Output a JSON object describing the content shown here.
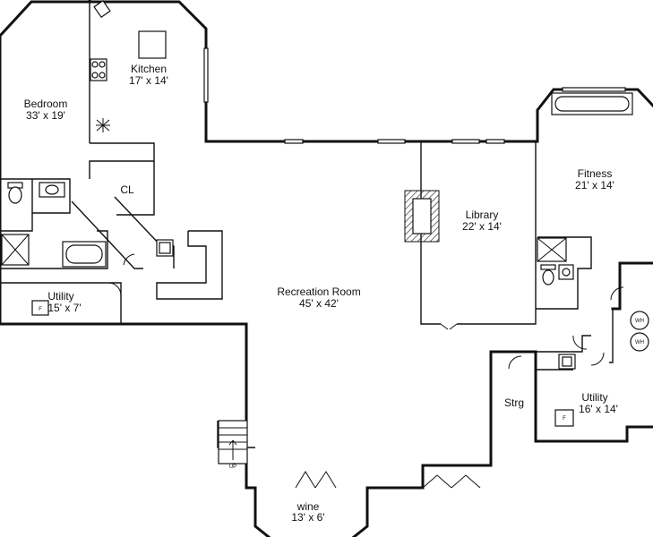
{
  "rooms": {
    "bedroom": {
      "name": "Bedroom",
      "size": "33' x 19'"
    },
    "kitchen": {
      "name": "Kitchen",
      "size": "17' x 14'"
    },
    "closet": {
      "name": "CL"
    },
    "utility_w": {
      "name": "Utility",
      "size": "15' x 7'"
    },
    "recreation": {
      "name": "Recreation Room",
      "size": "45' x 42'"
    },
    "library": {
      "name": "Library",
      "size": "22' x 14'"
    },
    "fitness": {
      "name": "Fitness",
      "size": "21' x 14'"
    },
    "storage": {
      "name": "Strg"
    },
    "utility_e": {
      "name": "Utility",
      "size": "16' x 14'"
    },
    "wine": {
      "name": "wine",
      "size": "13' x 6'"
    }
  },
  "symbols": {
    "furnace_w": "F",
    "furnace_e": "F",
    "water_heater_1": "WH",
    "water_heater_2": "WH",
    "stair_up": "UP"
  }
}
